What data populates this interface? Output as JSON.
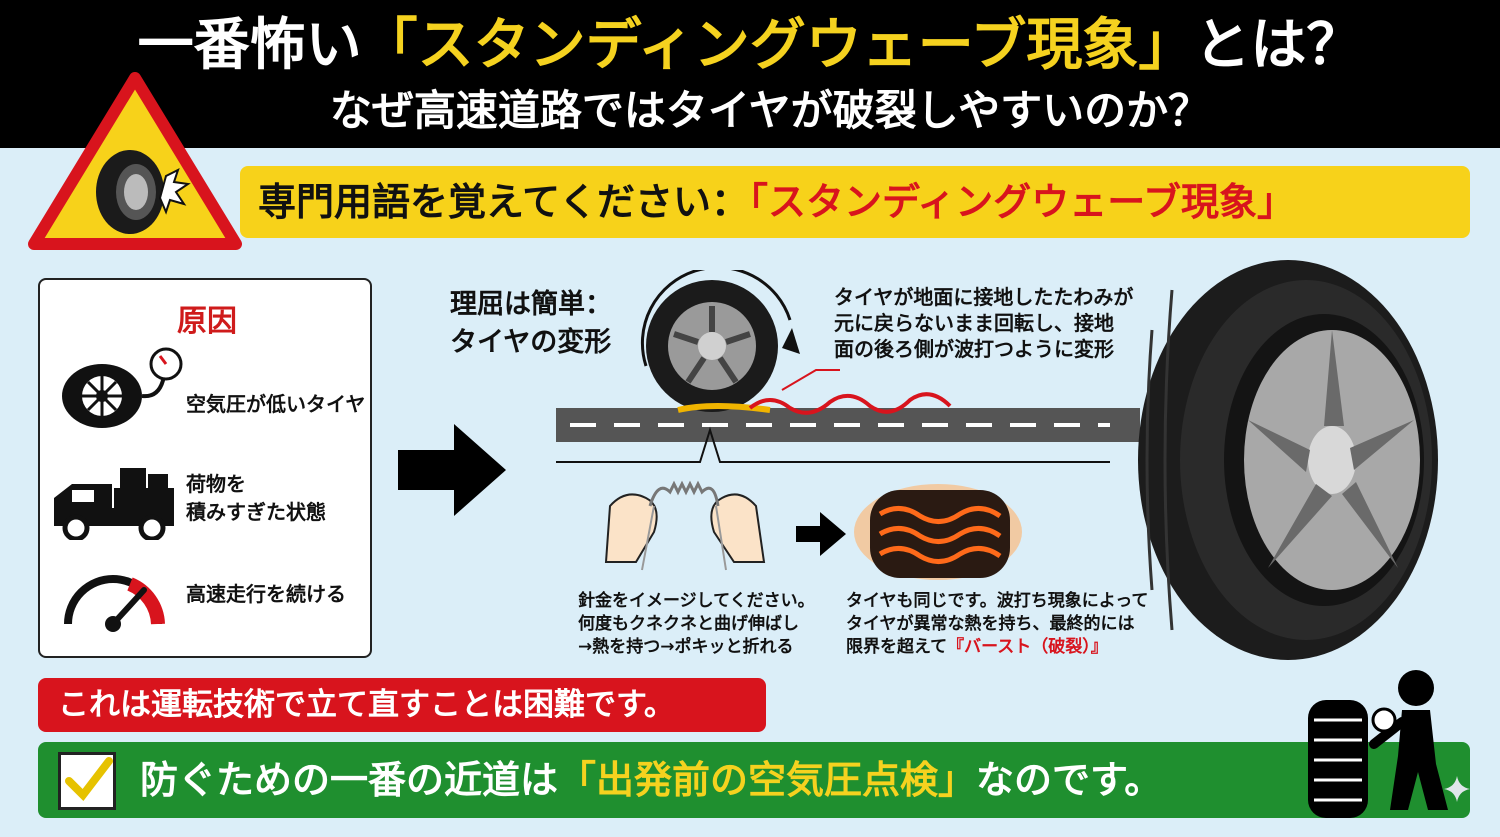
{
  "header": {
    "title_pre": "一番怖い",
    "title_highlight": "「スタンディングウェーブ現象」",
    "title_post": "とは？",
    "subtitle": "なぜ高速道路ではタイヤが破裂しやすいのか？"
  },
  "term": {
    "label": "専門用語を覚えてください：",
    "term": "「スタンディングウェーブ現象」"
  },
  "causes": {
    "title": "原因",
    "items": [
      {
        "label": "空気圧が低いタイヤ",
        "icon": "flat-tire-gauge-icon"
      },
      {
        "label_line1": "荷物を",
        "label_line2": "積みすぎた状態",
        "icon": "overloaded-truck-icon"
      },
      {
        "label": "高速走行を続ける",
        "icon": "speedometer-icon"
      }
    ]
  },
  "mechanism": {
    "title_line1": "理屈は簡単：",
    "title_line2": "タイヤの変形",
    "desc_line1": "タイヤが地面に接地したたわみが",
    "desc_line2": "元に戻らないまま回転し、接地",
    "desc_line3": "面の後ろ側が波打つように変形"
  },
  "wire": {
    "line1": "針金をイメージしてください。",
    "line2": "何度もクネクネと曲げ伸ばし",
    "line3": "→熱を持つ→ポキッと折れる"
  },
  "heat": {
    "line1": "タイヤも同じです。波打ち現象によって",
    "line2": "タイヤが異常な熱を持ち、最終的には",
    "line3_pre": "限界を超えて",
    "line3_red": "『バースト（破裂）』"
  },
  "warning_bar": "これは運転技術で立て直すことは困難です。",
  "solution": {
    "pre": "防ぐための一番の近道は",
    "highlight": "「出発前の空気圧点検」",
    "post": "なのです。"
  },
  "colors": {
    "header_bg": "#000000",
    "highlight_yellow": "#f5d21f",
    "alert_red": "#d8141d",
    "solution_green": "#1f8f2f",
    "background": "#dbeef8"
  }
}
